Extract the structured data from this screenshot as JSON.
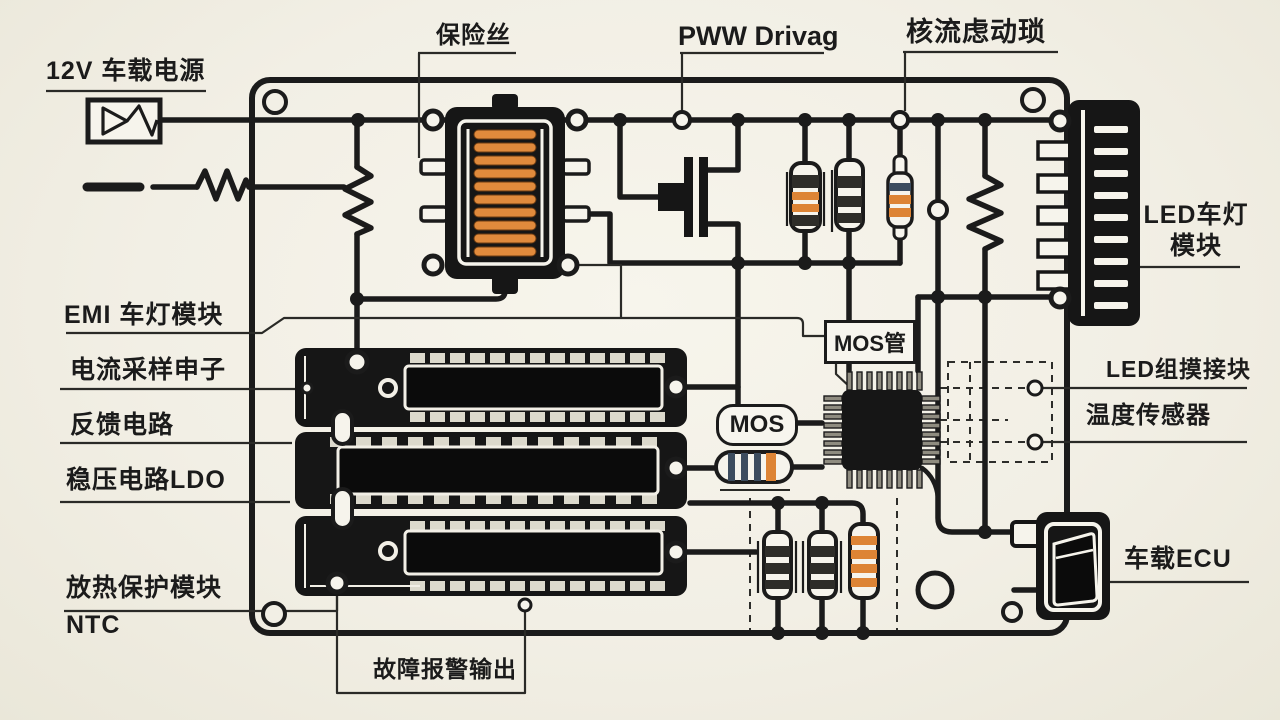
{
  "diagram": {
    "type": "circuit-schematic",
    "subject": "12V automotive LED driver board",
    "labels": {
      "power_12v": "12V 车载电源",
      "fuse": "保险丝",
      "pwm_driver": "PWW Drivag",
      "choke": "核流虑动琐",
      "led_module_line1": "LED车灯",
      "led_module_line2": "模块",
      "emi": "EMI 车灯模块",
      "current_sampling": "电流采样申子",
      "feedback": "反馈电路",
      "ldo": "稳压电路LDO",
      "thermal_protect": "放热保护模块",
      "ntc": "NTC",
      "fault_alarm": "故障报警输出",
      "mos_tube": "MOS管",
      "mos": "MOS",
      "led_connector": "LED组摸接块",
      "temp_sensor": "温度传感器",
      "ecu": "车载ECU"
    },
    "colors": {
      "background": "#f2efe5",
      "line": "#1b1b1b",
      "component_black": "#161616",
      "coil_orange": "#e08a3c",
      "band_orange": "#dd8435",
      "band_navy": "#3c4c5e",
      "component_white": "#f6f4ec",
      "pin_gray": "#8f8c80"
    }
  }
}
